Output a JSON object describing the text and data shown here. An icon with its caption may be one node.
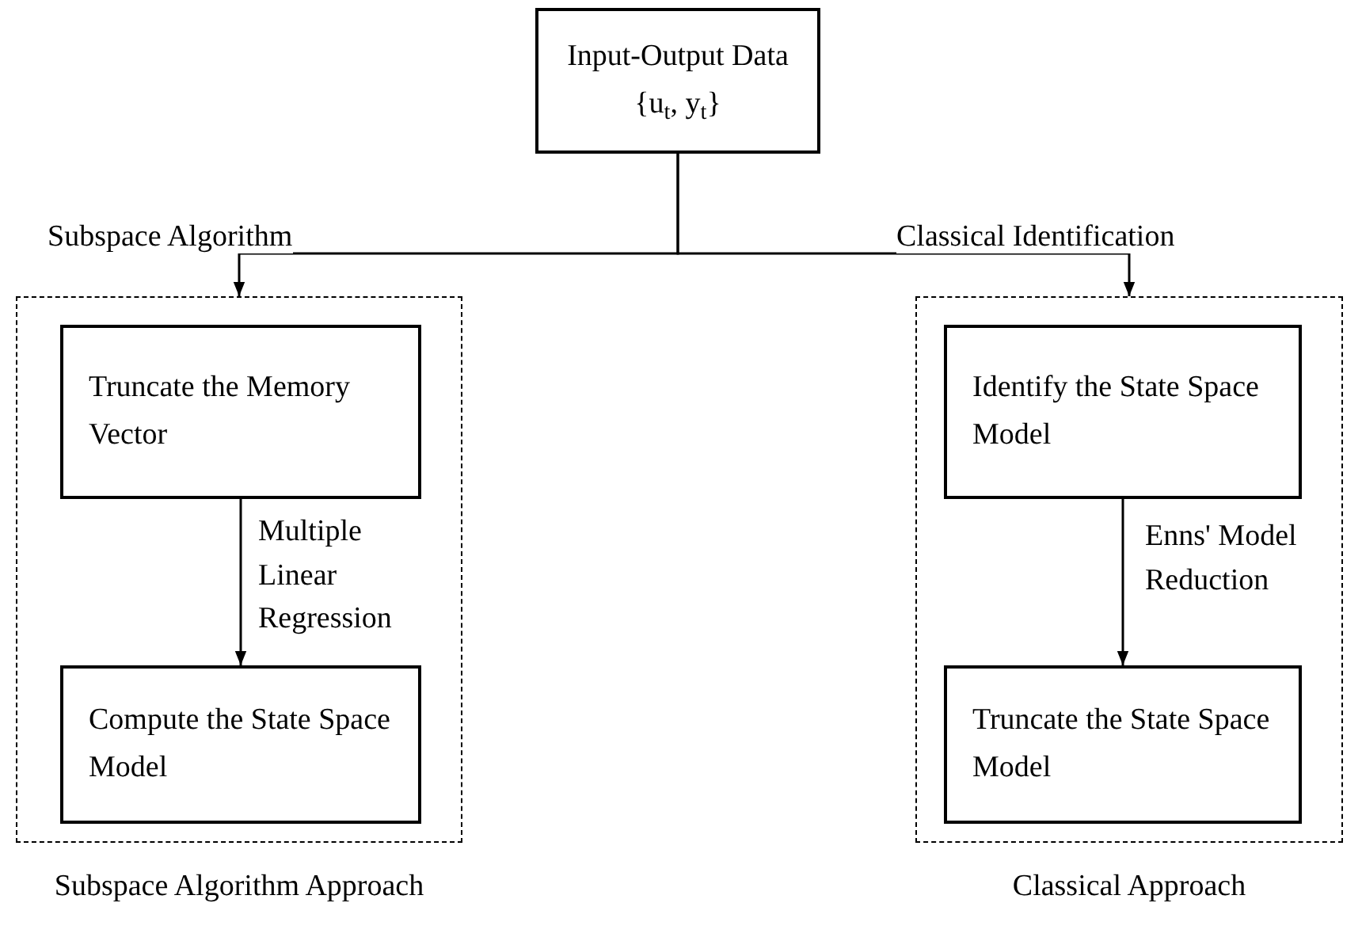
{
  "diagram": {
    "nodes": [
      {
        "text": [
          "Input-Output Data {u$_{t}$, y$_{t}$}"
        ]
      },
      {
        "text": [
          "Subspace Algorithm Approach"
        ]
      },
      {
        "text": [
          "Truncate the Memory Vector"
        ],
        "in": 1
      },
      {
        "text": [
          "Compute the State Space Model"
        ],
        "in": 1
      },
      {
        "text": [
          "Classical Approach"
        ]
      },
      {
        "text": [
          "Identify the State Space Model"
        ],
        "in": 4
      },
      {
        "text": [
          "Truncate the State Space Model"
        ],
        "in": 4
      }
    ],
    "edges": [
      {
        "from": 0,
        "to": 1,
        "arrow": "to",
        "label": "Subspace Algorithm"
      },
      {
        "from": 0,
        "to": 4,
        "arrow": "to",
        "label": "Classical Identification"
      },
      {
        "from": 2,
        "to": 3,
        "arrow": "to",
        "label": "Multiple Linear Regression"
      },
      {
        "from": 5,
        "to": 6,
        "arrow": "to",
        "label": "Enns' Model Reduction"
      }
    ]
  }
}
